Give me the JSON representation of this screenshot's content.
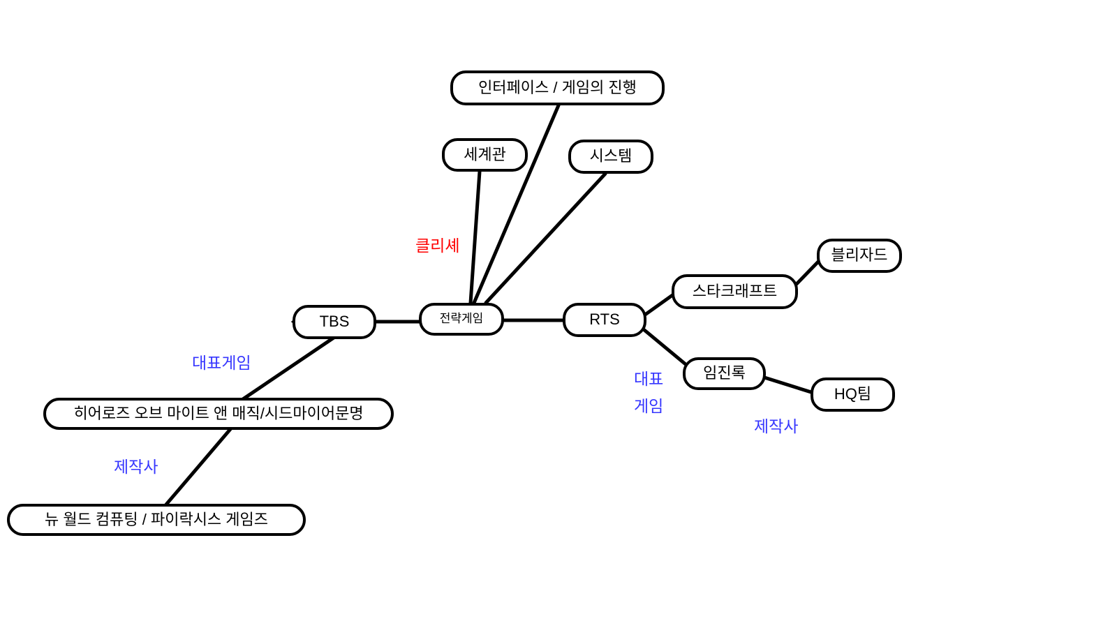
{
  "diagram": {
    "title": "strategy-game-mindmap",
    "background": "#ffffff",
    "node_border_color": "#000000",
    "nodes": {
      "interface": {
        "label": "인터페이스  / 게임의 진행"
      },
      "worldview": {
        "label": "세계관"
      },
      "system": {
        "label": "시스템"
      },
      "strategy": {
        "label": "전략게임"
      },
      "tbs": {
        "label": "TBS"
      },
      "rts": {
        "label": "RTS"
      },
      "starcraft": {
        "label": "스타크래프트"
      },
      "blizzard": {
        "label": "블리자드"
      },
      "imjinrok": {
        "label": "임진록"
      },
      "hqteam": {
        "label": "HQ팀"
      },
      "heroes_civ": {
        "label": "히어로즈 오브 마이트 앤 매직/시드마이어문명"
      },
      "nwc_firaxis": {
        "label": "뉴 월드 컴퓨팅  / 파이락시스 게임즈"
      }
    },
    "labels": {
      "cliche": {
        "text": "클리셰",
        "color": "#ff0000"
      },
      "repgame_left": {
        "text": "대표게임",
        "color": "#3636ff"
      },
      "rep_line1": {
        "text": "대표",
        "color": "#3636ff"
      },
      "rep_line2": {
        "text": "게임",
        "color": "#3636ff"
      },
      "producer_left": {
        "text": "제작사",
        "color": "#3636ff"
      },
      "producer_right": {
        "text": "제작사",
        "color": "#3636ff"
      }
    },
    "edges": [
      {
        "from": "strategy",
        "to": "worldview"
      },
      {
        "from": "strategy",
        "to": "interface"
      },
      {
        "from": "strategy",
        "to": "system"
      },
      {
        "from": "tbs",
        "to": "strategy"
      },
      {
        "from": "strategy",
        "to": "rts"
      },
      {
        "from": "tbs",
        "to": "heroes_civ",
        "label": "대표게임"
      },
      {
        "from": "heroes_civ",
        "to": "nwc_firaxis",
        "label": "제작사"
      },
      {
        "from": "rts",
        "to": "starcraft"
      },
      {
        "from": "starcraft",
        "to": "blizzard"
      },
      {
        "from": "rts",
        "to": "imjinrok",
        "label": "대표 게임"
      },
      {
        "from": "imjinrok",
        "to": "hqteam",
        "label": "제작사"
      }
    ]
  }
}
